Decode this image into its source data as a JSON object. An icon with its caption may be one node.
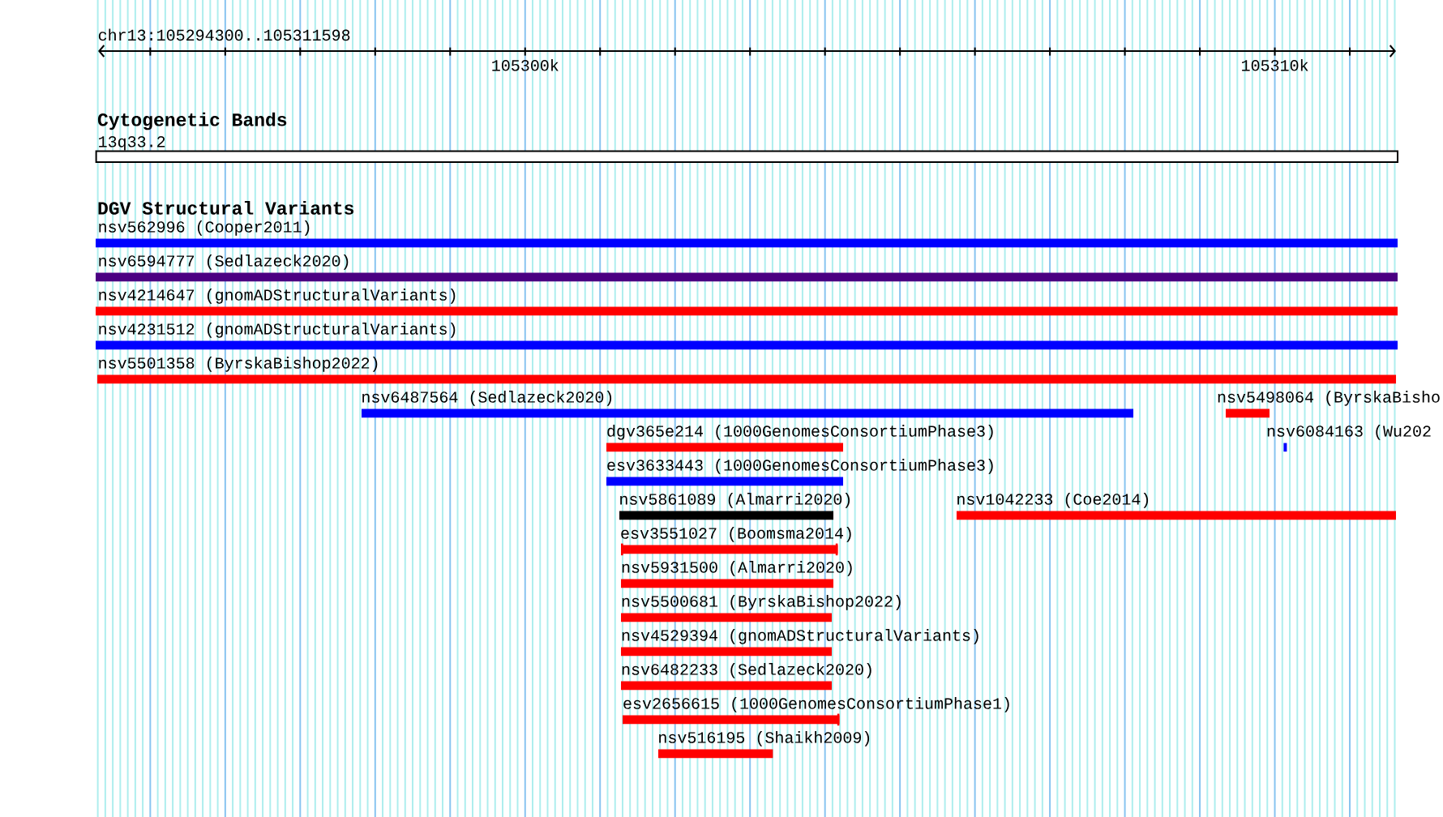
{
  "diagram": {
    "nodes": [
      {
        "text": [
          "13q33.2"
        ]
      },
      {
        "text": [
          "nsv562996 (Cooper2011)"
        ]
      },
      {
        "text": [
          "nsv6594777 (Sedlazeck2020)"
        ]
      },
      {
        "text": [
          "nsv4214647 (gnomADStructuralVariants)"
        ]
      },
      {
        "text": [
          "nsv4231512 (gnomADStructuralVariants)"
        ]
      },
      {
        "text": [
          "nsv5501358 (ByrskaBishop2022)"
        ]
      },
      {
        "text": [
          "nsv6487564 (Sedlazeck2020)"
        ]
      },
      {
        "text": [
          "nsv5498064 (ByrskaBisho"
        ]
      },
      {
        "text": [
          "dgv365e214 (1000GenomesConsortiumPhase3)"
        ]
      },
      {
        "text": [
          "nsv6084163 (Wu202"
        ]
      },
      {
        "text": [
          "esv3633443 (1000GenomesConsortiumPhase3)"
        ]
      },
      {
        "text": [
          "nsv5861089 (Almarri2020)"
        ]
      },
      {
        "text": [
          "nsv1042233 (Coe2014)"
        ]
      },
      {
        "text": [
          "esv3551027 (Boomsma2014)"
        ]
      },
      {
        "text": [
          "nsv5931500 (Almarri2020)"
        ]
      },
      {
        "text": [
          "nsv5500681 (ByrskaBishop2022)"
        ]
      },
      {
        "text": [
          "nsv4529394 (gnomADStructuralVariants)"
        ]
      },
      {
        "text": [
          "nsv6482233 (Sedlazeck2020)"
        ]
      },
      {
        "text": [
          "esv2656615 (1000GenomesConsortiumPhase1)"
        ]
      },
      {
        "text": [
          "nsv516195 (Shaikh2009)"
        ]
      }
    ],
    "labels": [
      "chr13:105294300..105311598",
      "105300k",
      "105310k",
      "Cytogenetic Bands",
      "DGV Structural Variants"
    ]
  }
}
